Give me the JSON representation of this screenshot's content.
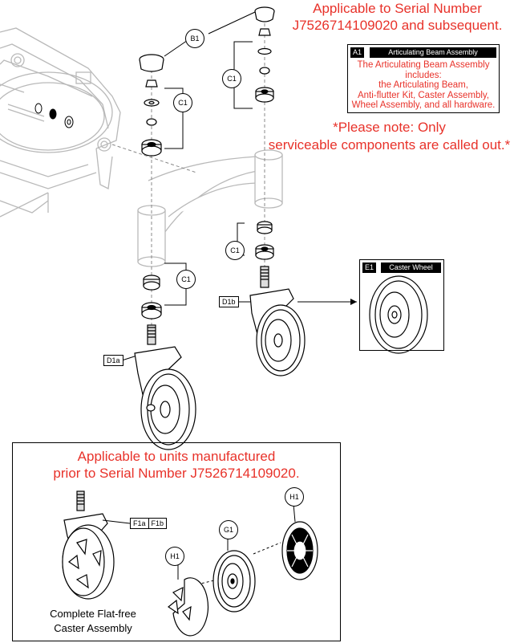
{
  "top_note": {
    "line1": "Applicable to Serial Number",
    "line2": "J7526714109020 and subsequent."
  },
  "assembly_box": {
    "tag": "A1",
    "title": "Articulating Beam Assembly",
    "desc1": "The Articulating Beam Assembly",
    "desc2": "includes:",
    "desc3": "the Articulating Beam,",
    "desc4": "Anti-flutter Kit, Caster Assembly,",
    "desc5": "Wheel Assembly, and all hardware."
  },
  "service_note": {
    "line1": "*Please note: Only",
    "line2": "serviceable components are called out.*"
  },
  "callouts": {
    "b1": "B1",
    "c1a": "C1",
    "c1b": "C1",
    "c1c": "C1",
    "c1d": "C1",
    "d1a": "D1a",
    "d1b": "D1b",
    "g1": "G1",
    "h1a": "H1",
    "h1b": "H1",
    "f1a": "F1a",
    "f1b": "F1b"
  },
  "caster_box": {
    "tag": "E1",
    "title": "Caster Wheel"
  },
  "legacy_box": {
    "line1": "Applicable to units manufactured",
    "line2": "prior to Serial Number J7526714109020.",
    "caption1": "Complete Flat-free",
    "caption2": "Caster Assembly"
  },
  "colors": {
    "note_red": "#e8322a",
    "frame_gray": "#b9b9b9"
  }
}
